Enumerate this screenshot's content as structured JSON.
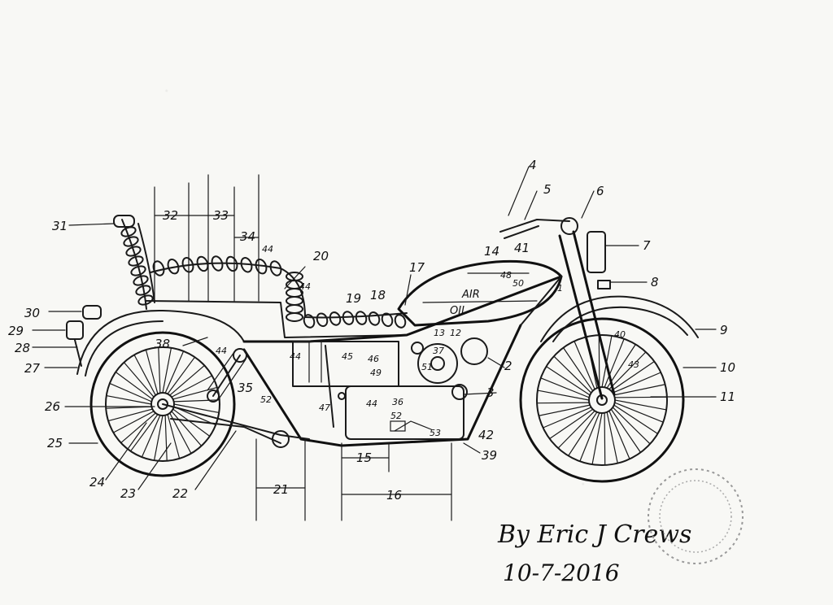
{
  "labels": {
    "l1": "1",
    "l2": "2",
    "l3": "3",
    "l4": "4",
    "l5": "5",
    "l6": "6",
    "l7": "7",
    "l8": "8",
    "l9": "9",
    "l10": "10",
    "l11": "11",
    "l12": "12",
    "l13": "13",
    "l14": "14",
    "l15": "15",
    "l16": "16",
    "l17": "17",
    "l18": "18",
    "l19": "19",
    "l20": "20",
    "l21": "21",
    "l22": "22",
    "l23": "23",
    "l24": "24",
    "l25": "25",
    "l26": "26",
    "l27": "27",
    "l28": "28",
    "l29": "29",
    "l30": "30",
    "l31": "31",
    "l32": "32",
    "l33": "33",
    "l34": "34",
    "l35": "35",
    "l36": "36",
    "l37": "37",
    "l38": "38",
    "l39": "39",
    "l40": "40",
    "l41": "41",
    "l42": "42",
    "l43": "43",
    "l44": "44",
    "l45": "45",
    "l46": "46",
    "l47": "47",
    "l48": "48",
    "l49": "49",
    "l50": "50",
    "l51": "51",
    "l52": "52",
    "l53": "53"
  },
  "tank": {
    "air": "AIR",
    "oil": "OIL"
  },
  "signature": {
    "name": "By Eric J Crews",
    "date": "10-7-2016"
  },
  "ink_color": "#1a1a1a",
  "paper_color": "#f8f8f5"
}
